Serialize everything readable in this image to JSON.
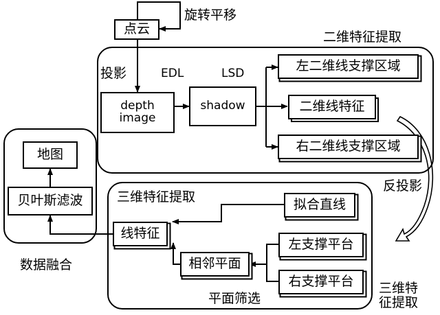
{
  "nodes": {
    "point_cloud": "点云",
    "depth_image_line1": "depth",
    "depth_image_line2": "image",
    "shadow": "shadow",
    "left_support": "左二维线支撑区域",
    "line2d_feature": "二维线特征",
    "right_support": "右二维线支撑区域",
    "map": "地图",
    "bayes_filter": "贝叶斯滤波",
    "fit_line": "拟合直线",
    "line_feature": "线特征",
    "left_plane": "左支撑平台",
    "right_plane": "右支撑平台",
    "adjacent_plane": "相邻平面"
  },
  "labels": {
    "rotate_translate": "旋转平移",
    "feature2d_extract": "二维特征提取",
    "projection": "投影",
    "edl": "EDL",
    "lsd": "LSD",
    "back_projection": "反投影",
    "feature3d_extract": "三维特征提取",
    "data_fusion": "数据融合",
    "plane_filter": "平面筛选",
    "feature3d_extract_br_1": "三维特",
    "feature3d_extract_br_2": "征提取"
  },
  "colors": {
    "line": "#000000",
    "background": "#ffffff"
  }
}
